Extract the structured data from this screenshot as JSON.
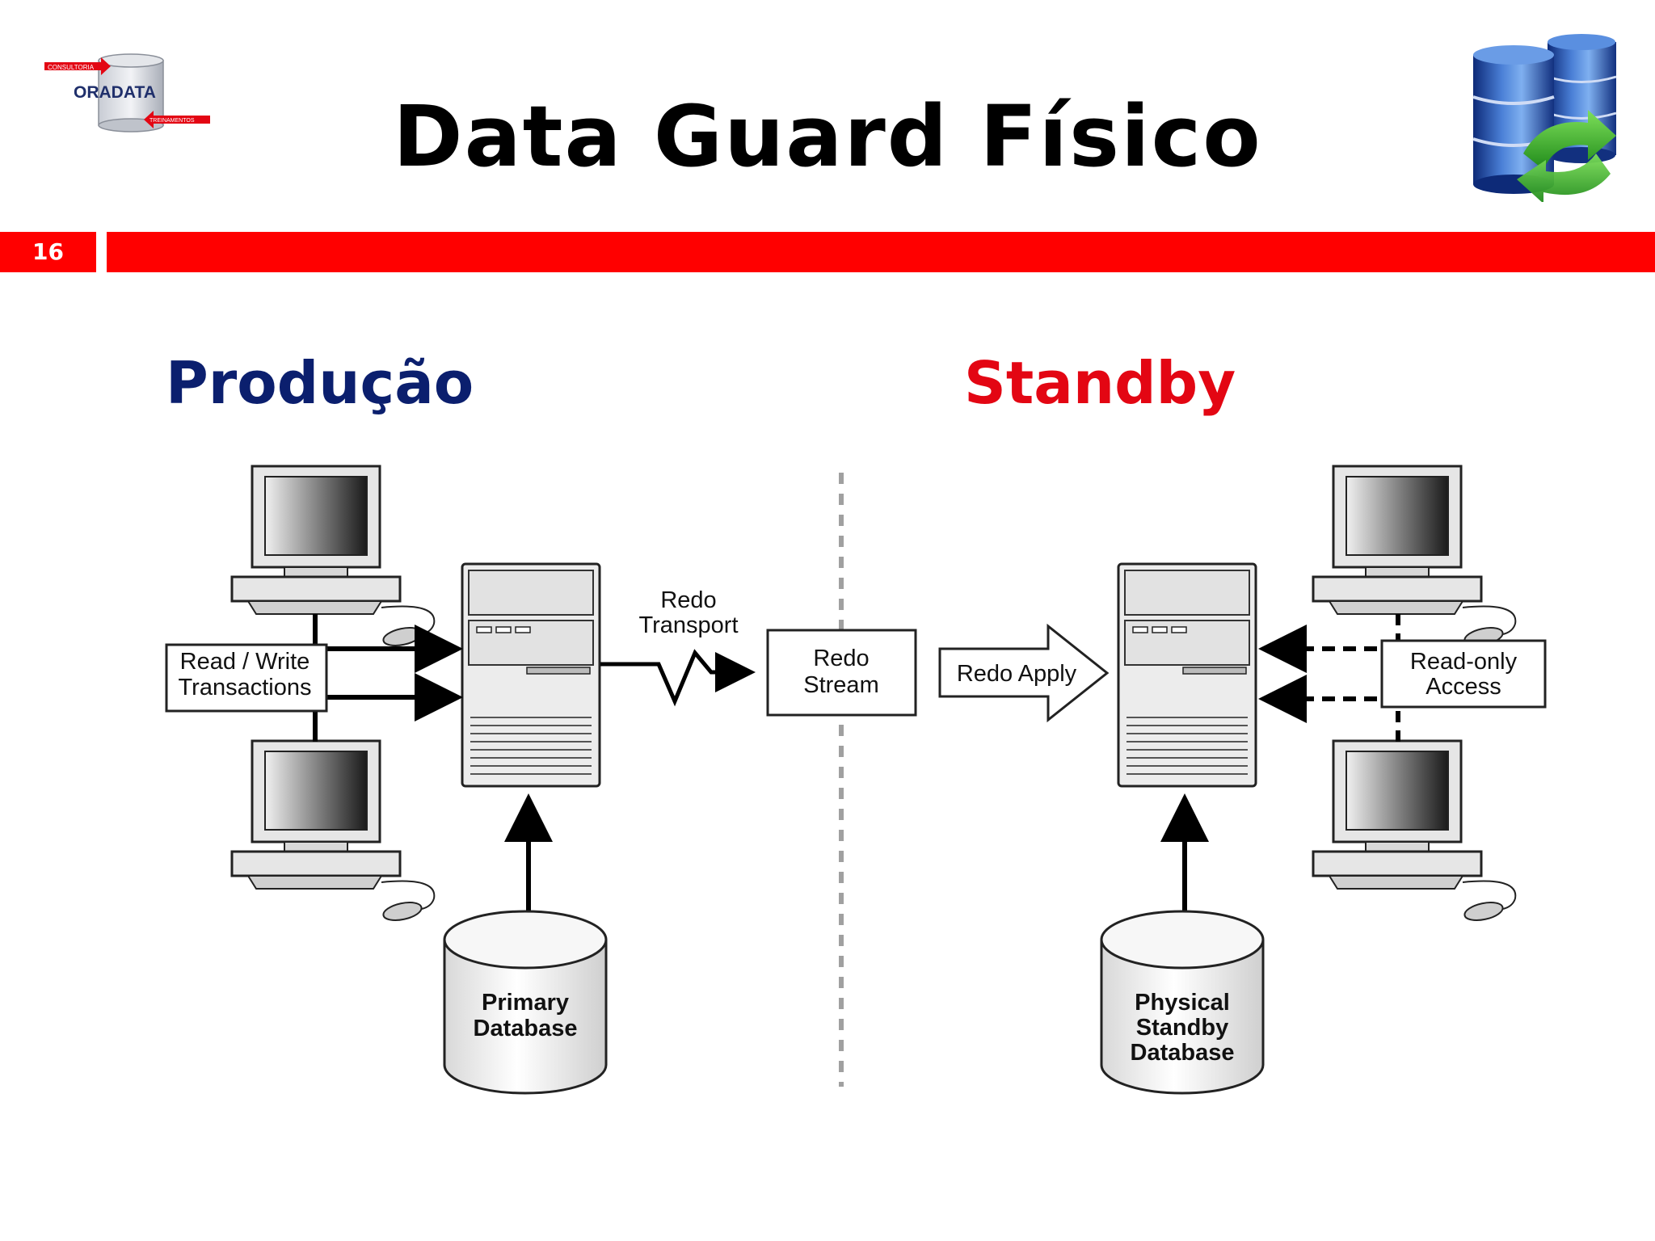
{
  "header": {
    "logo_top": "CONSULTORIA",
    "logo_name": "ORADATA",
    "logo_bottom": "TREINAMENTOS",
    "title": "Data Guard Físico",
    "page_number": "16",
    "accent_color": "#ff0000"
  },
  "sections": {
    "production": {
      "label": "Produção",
      "color": "#0b1f6e"
    },
    "standby": {
      "label": "Standby",
      "color": "#e30613"
    }
  },
  "diagram": {
    "rw_line1": "Read / Write",
    "rw_line2": "Transactions",
    "redo_transport_line1": "Redo",
    "redo_transport_line2": "Transport",
    "redo_stream_line1": "Redo",
    "redo_stream_line2": "Stream",
    "redo_apply": "Redo Apply",
    "ro_line1": "Read-only",
    "ro_line2": "Access",
    "primary_db_line1": "Primary",
    "primary_db_line2": "Database",
    "standby_db_line1": "Physical",
    "standby_db_line2": "Standby",
    "standby_db_line3": "Database"
  }
}
